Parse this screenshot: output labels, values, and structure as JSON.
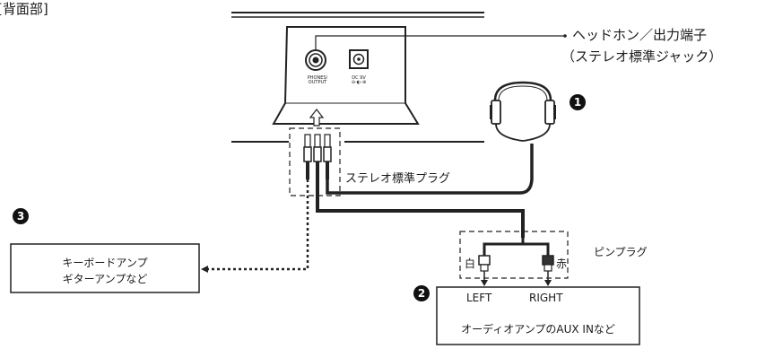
{
  "header": {
    "title": "[背面部]"
  },
  "jack": {
    "label_line1": "ヘッドホン／出力端子",
    "label_line2": "（ステレオ標準ジャック）",
    "panel_phones": "PHONES/\nOUTPUT",
    "panel_dc": "DC 9V\n⊖-◐-⊕"
  },
  "plugs": {
    "stereo_plug_label": "ステレオ標準プラグ",
    "pin_plug_label": "ピンプラグ",
    "white_label": "白",
    "red_label": "赤"
  },
  "devices": {
    "marker1": "1",
    "marker2": "2",
    "marker3": "3",
    "keyboard_amp_line1": "キーボードアンプ",
    "keyboard_amp_line2": "ギターアンプなど",
    "audio_left": "LEFT",
    "audio_right": "RIGHT",
    "audio_amp_label": "オーディオアンプのAUX INなど"
  }
}
